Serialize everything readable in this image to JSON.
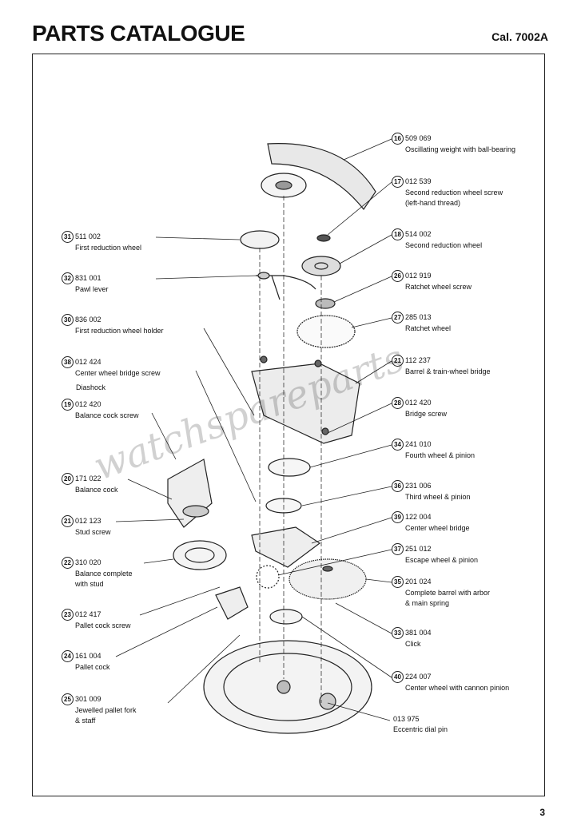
{
  "header": {
    "title": "PARTS CATALOGUE",
    "caliber": "Cal. 7002A"
  },
  "page_number": "3",
  "watermark": "watchspareparts",
  "parts": [
    {
      "id": "p16",
      "num": "16",
      "code": "509 069",
      "desc": "Oscillating weight with ball-bearing"
    },
    {
      "id": "p17",
      "num": "17",
      "code": "012 539",
      "desc": "Second reduction wheel screw\n(left-hand thread)"
    },
    {
      "id": "p18",
      "num": "18",
      "code": "514 002",
      "desc": "Second reduction wheel"
    },
    {
      "id": "p26",
      "num": "26",
      "code": "012 919",
      "desc": "Ratchet wheel screw"
    },
    {
      "id": "p27",
      "num": "27",
      "code": "285 013",
      "desc": "Ratchet wheel"
    },
    {
      "id": "p21b",
      "num": "21",
      "code": "112 237",
      "desc": "Barrel & train-wheel bridge"
    },
    {
      "id": "p28",
      "num": "28",
      "code": "012 420",
      "desc": "Bridge screw"
    },
    {
      "id": "p34",
      "num": "34",
      "code": "241 010",
      "desc": "Fourth wheel & pinion"
    },
    {
      "id": "p36",
      "num": "36",
      "code": "231 006",
      "desc": "Third wheel & pinion"
    },
    {
      "id": "p39",
      "num": "39",
      "code": "122 004",
      "desc": "Center wheel bridge"
    },
    {
      "id": "p37",
      "num": "37",
      "code": "251 012",
      "desc": "Escape wheel & pinion"
    },
    {
      "id": "p35",
      "num": "35",
      "code": "201 024",
      "desc": "Complete barrel with arbor\n& main spring"
    },
    {
      "id": "p33",
      "num": "33",
      "code": "381 004",
      "desc": "Click"
    },
    {
      "id": "p40",
      "num": "40",
      "code": "224 007",
      "desc": "Center wheel with cannon pinion"
    },
    {
      "id": "pdial",
      "num": "",
      "code": "013 975",
      "desc": "Eccentric dial pin"
    },
    {
      "id": "p31",
      "num": "31",
      "code": "511 002",
      "desc": "First reduction wheel"
    },
    {
      "id": "p32",
      "num": "32",
      "code": "831 001",
      "desc": "Pawl lever"
    },
    {
      "id": "p30",
      "num": "30",
      "code": "836 002",
      "desc": "First reduction wheel holder"
    },
    {
      "id": "p38",
      "num": "38",
      "code": "012 424",
      "desc": "Center wheel bridge screw"
    },
    {
      "id": "pdia",
      "num": "",
      "code": "",
      "desc": "Diashock"
    },
    {
      "id": "p19",
      "num": "19",
      "code": "012 420",
      "desc": "Balance cock screw"
    },
    {
      "id": "p20",
      "num": "20",
      "code": "171 022",
      "desc": "Balance cock"
    },
    {
      "id": "p21s",
      "num": "21",
      "code": "012 123",
      "desc": "Stud screw"
    },
    {
      "id": "p22",
      "num": "22",
      "code": "310 020",
      "desc": "Balance complete\nwith stud"
    },
    {
      "id": "p23",
      "num": "23",
      "code": "012 417",
      "desc": "Pallet cock screw"
    },
    {
      "id": "p24",
      "num": "24",
      "code": "161 004",
      "desc": "Pallet cock"
    },
    {
      "id": "p25",
      "num": "25",
      "code": "301 009",
      "desc": "Jewelled pallet fork\n& staff"
    }
  ]
}
